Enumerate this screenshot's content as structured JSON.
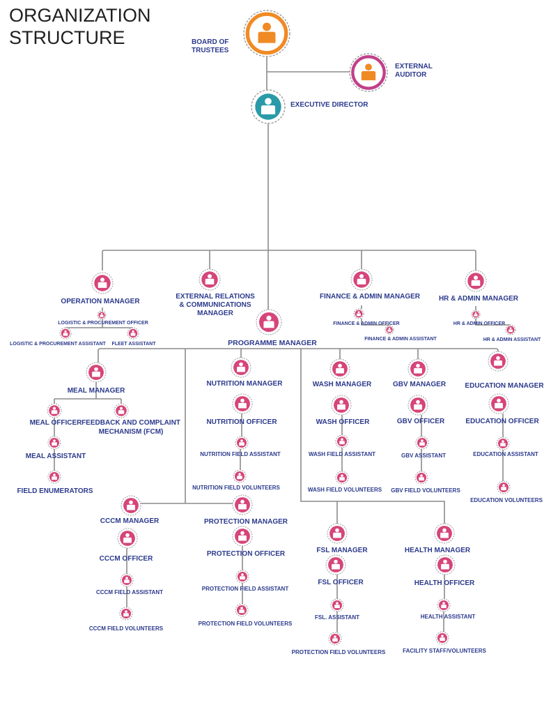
{
  "title": [
    "ORGANIZATION",
    "STRUCTURE"
  ],
  "colors": {
    "line": "#8a8a8a",
    "text": "#2b3a8c",
    "pink": "#d6457a",
    "orange": "#f08a24",
    "teal": "#2a9aa8",
    "magenta_ring": "#c0408a"
  },
  "icon_name": "person-icon",
  "nodes": [
    {
      "id": "board",
      "label": [
        "BOARD OF",
        "TRUSTEES"
      ]
    },
    {
      "id": "auditor",
      "label": [
        "EXTERNAL",
        "AUDITOR"
      ]
    },
    {
      "id": "exec",
      "label": [
        "EXECUTIVE DIRECTOR"
      ]
    },
    {
      "id": "opm",
      "label": [
        "OPERATION MANAGER"
      ]
    },
    {
      "id": "erc",
      "label": [
        "EXTERNAL RELATIONS",
        "& COMMUNICATIONS",
        "MANAGER"
      ]
    },
    {
      "id": "fam",
      "label": [
        "FINANCE & ADMIN MANAGER"
      ]
    },
    {
      "id": "hrm",
      "label": [
        "HR & ADMIN MANAGER"
      ]
    },
    {
      "id": "lpo",
      "label": [
        "LOGISTIC & PROCUREMENT OFFICER"
      ]
    },
    {
      "id": "lpa",
      "label": [
        "LOGISTIC & PROCUREMENT ASSISTANT"
      ]
    },
    {
      "id": "fleet",
      "label": [
        "FLEET ASSISTANT"
      ]
    },
    {
      "id": "fao",
      "label": [
        "FINANCE & ADMIN OFFICER"
      ]
    },
    {
      "id": "faa",
      "label": [
        "FINANCE & ADMIN ASSISTANT"
      ]
    },
    {
      "id": "hro",
      "label": [
        "HR & ADMIN OFFICER"
      ]
    },
    {
      "id": "hra",
      "label": [
        "HR & ADMIN ASSISTANT"
      ]
    },
    {
      "id": "pm",
      "label": [
        "PROGRAMME MANAGER"
      ]
    },
    {
      "id": "mealm",
      "label": [
        "MEAL MANAGER"
      ]
    },
    {
      "id": "mealo",
      "label": [
        "MEAL OFFICER"
      ]
    },
    {
      "id": "fcm",
      "label": [
        "FEEDBACK AND COMPLAINT",
        "MECHANISM (FCM)"
      ]
    },
    {
      "id": "meala",
      "label": [
        "MEAL ASSISTANT"
      ]
    },
    {
      "id": "fe",
      "label": [
        "FIELD ENUMERATORS"
      ]
    },
    {
      "id": "nutm",
      "label": [
        "NUTRITION MANAGER"
      ]
    },
    {
      "id": "nuto",
      "label": [
        "NUTRITION OFFICER"
      ]
    },
    {
      "id": "nuta",
      "label": [
        "NUTRITION FIELD ASSISTANT"
      ]
    },
    {
      "id": "nutv",
      "label": [
        "NUTRITION FIELD VOLUNTEERS"
      ]
    },
    {
      "id": "washm",
      "label": [
        "WASH MANAGER"
      ]
    },
    {
      "id": "washo",
      "label": [
        "WASH OFFICER"
      ]
    },
    {
      "id": "washa",
      "label": [
        "WASH FIELD ASSISTANT"
      ]
    },
    {
      "id": "washv",
      "label": [
        "WASH FIELD VOLUNTEERS"
      ]
    },
    {
      "id": "gbvm",
      "label": [
        "GBV MANAGER"
      ]
    },
    {
      "id": "gbvo",
      "label": [
        "GBV OFFICER"
      ]
    },
    {
      "id": "gbva",
      "label": [
        "GBV ASSISTANT"
      ]
    },
    {
      "id": "gbvv",
      "label": [
        "GBV  FIELD VOLUNTEERS"
      ]
    },
    {
      "id": "edum",
      "label": [
        "EDUCATION MANAGER"
      ]
    },
    {
      "id": "eduo",
      "label": [
        "EDUCATION OFFICER"
      ]
    },
    {
      "id": "edua",
      "label": [
        "EDUCATION ASSISTANT"
      ]
    },
    {
      "id": "eduv",
      "label": [
        "EDUCATION VOLUNTEERS"
      ]
    },
    {
      "id": "cccmm",
      "label": [
        "CCCM MANAGER"
      ]
    },
    {
      "id": "cccmo",
      "label": [
        "CCCM OFFICER"
      ]
    },
    {
      "id": "cccma",
      "label": [
        "CCCM FIELD ASSISTANT"
      ]
    },
    {
      "id": "cccmv",
      "label": [
        "CCCM FIELD VOLUNTEERS"
      ]
    },
    {
      "id": "protm",
      "label": [
        "PROTECTION MANAGER"
      ]
    },
    {
      "id": "proto",
      "label": [
        "PROTECTION OFFICER"
      ]
    },
    {
      "id": "prota",
      "label": [
        "PROTECTION FIELD ASSISTANT"
      ]
    },
    {
      "id": "protv",
      "label": [
        "PROTECTION FIELD VOLUNTEERS"
      ]
    },
    {
      "id": "fslm",
      "label": [
        "FSL MANAGER"
      ]
    },
    {
      "id": "fslo",
      "label": [
        "FSL OFFICER"
      ]
    },
    {
      "id": "fsla",
      "label": [
        "FSL. ASSISTANT"
      ]
    },
    {
      "id": "fslv",
      "label": [
        "PROTECTION FIELD VOLUNTEERS"
      ]
    },
    {
      "id": "healthm",
      "label": [
        "HEALTH MANAGER"
      ]
    },
    {
      "id": "healtho",
      "label": [
        "HEALTH  OFFICER"
      ]
    },
    {
      "id": "healtha",
      "label": [
        "HEALTH  ASSISTANT"
      ]
    },
    {
      "id": "healthv",
      "label": [
        "FACILITY STAFF/VOLUNTEERS"
      ]
    }
  ]
}
